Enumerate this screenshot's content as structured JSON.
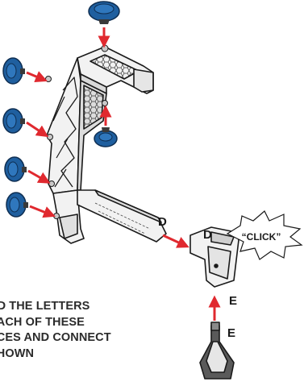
{
  "labels": {
    "d_frame": "D",
    "d_part": "D",
    "e_part": "E",
    "e_clip": "E",
    "click": "“CLICK”"
  },
  "instructions": {
    "line1": "ND THE LETTERS",
    "line2": " EACH OF THESE",
    "line3": "ECES AND CONNECT",
    "line4": " SHOWN"
  },
  "colors": {
    "foot_blue": "#1f5f9f",
    "arrow_red": "#e0292f",
    "outline": "#1a1a1a"
  }
}
